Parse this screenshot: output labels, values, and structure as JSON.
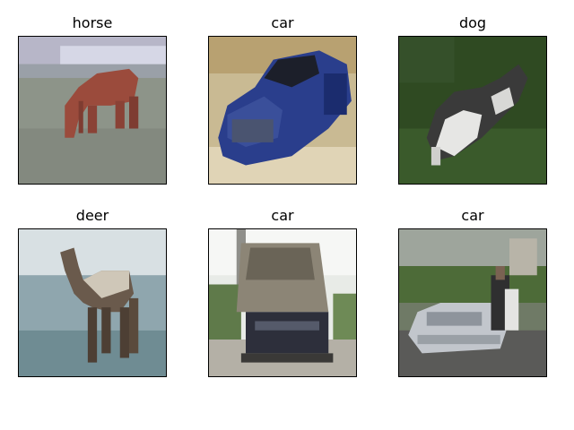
{
  "panels": [
    {
      "title": "horse",
      "subject": "horse-image"
    },
    {
      "title": "car",
      "subject": "car-image"
    },
    {
      "title": "dog",
      "subject": "dog-image"
    },
    {
      "title": "deer",
      "subject": "deer-image"
    },
    {
      "title": "car",
      "subject": "truck-image"
    },
    {
      "title": "car",
      "subject": "car-image"
    }
  ]
}
